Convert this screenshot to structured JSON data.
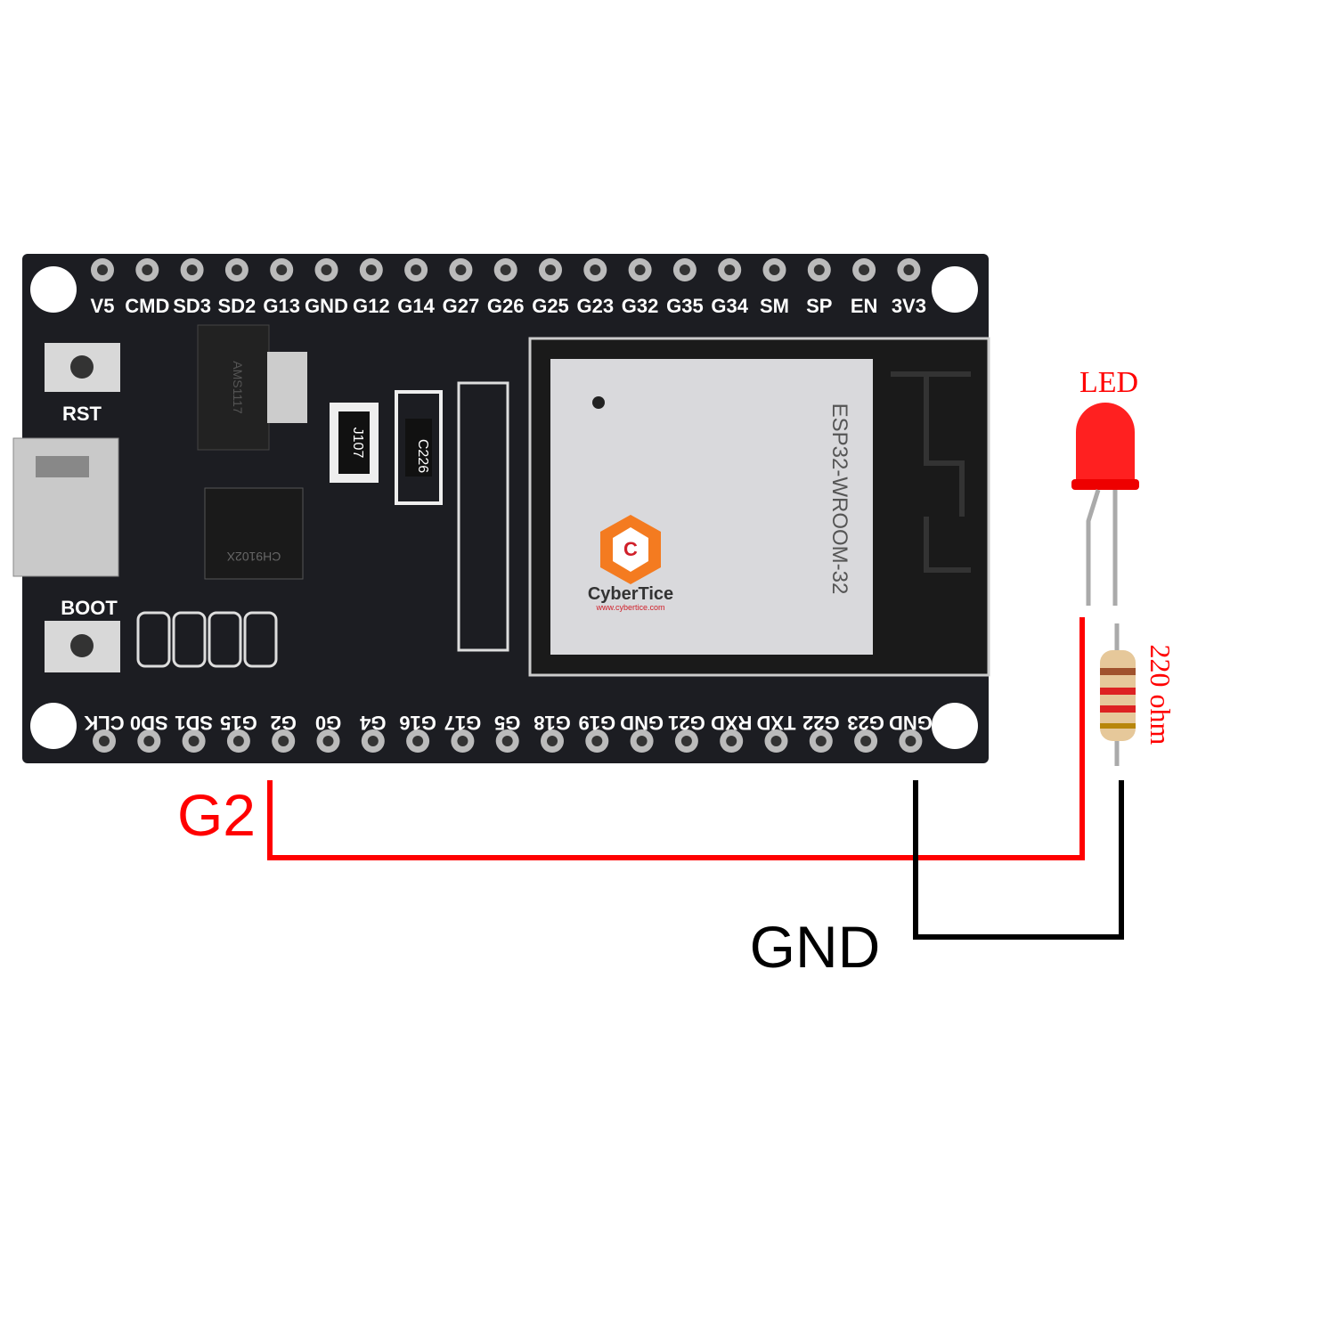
{
  "board": {
    "top_pins": [
      "V5",
      "CMD",
      "SD3",
      "SD2",
      "G13",
      "GND",
      "G12",
      "G14",
      "G27",
      "G26",
      "G25",
      "G23",
      "G32",
      "G35",
      "G34",
      "SM",
      "SP",
      "EN",
      "3V3"
    ],
    "bottom_pins": [
      "CLK",
      "SD0",
      "SD1",
      "G15",
      "G2",
      "G0",
      "G4",
      "G16",
      "G17",
      "G5",
      "G18",
      "G19",
      "GND",
      "G21",
      "RXD",
      "TXD",
      "G22",
      "G23",
      "GND"
    ],
    "rst_label": "RST",
    "boot_label": "BOOT",
    "regulator": "AMS1117",
    "usb_chip": "CH9102X",
    "module": "ESP32-WROOM-32",
    "j_label": "J107",
    "c_label": "C226"
  },
  "watermark": {
    "name": "CyberTice",
    "url": "www.cybertice.com"
  },
  "components": {
    "led_label": "LED",
    "resistor_label": "220 ohm"
  },
  "wires": {
    "signal_label": "G2",
    "ground_label": "GND",
    "signal_color": "#ff0000",
    "ground_color": "#000000"
  }
}
